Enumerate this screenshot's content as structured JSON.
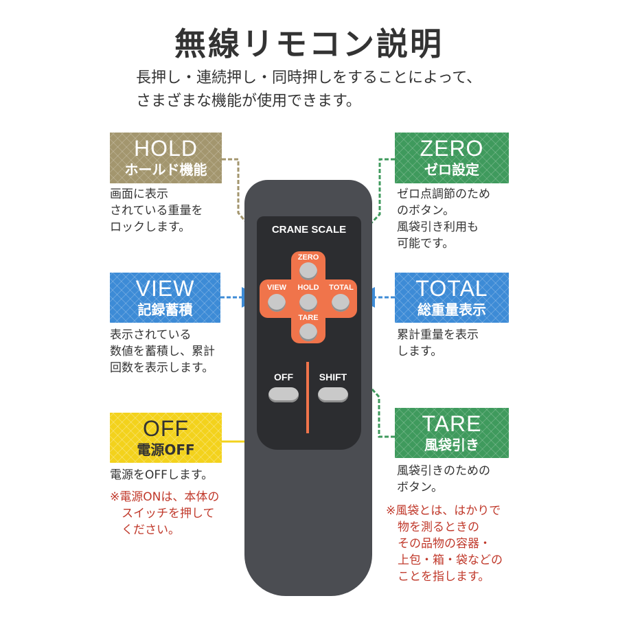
{
  "title": "無線リモコン説明",
  "subtitle": [
    "長押し・連続押し・同時押しをすることによって、",
    "さまざまな機能が使用できます。"
  ],
  "colors": {
    "hold": "#a3966e",
    "zero": "#3f9a5d",
    "tare": "#3f9a5d",
    "view": "#3d8bd6",
    "total": "#3d8bd6",
    "off": "#f3d21c",
    "remote": "#4b4d52",
    "accent": "#f0744b",
    "note": "#c0392b"
  },
  "hold": {
    "en": "HOLD",
    "jp": "ホールド機能",
    "desc": [
      "画面に表示",
      "されている重量を",
      "ロックします。"
    ]
  },
  "zero": {
    "en": "ZERO",
    "jp": "ゼロ設定",
    "desc": [
      "ゼロ点調節のため",
      "のボタン。",
      "風袋引き利用も",
      "可能です。"
    ]
  },
  "view": {
    "en": "VIEW",
    "jp": "記録蓄積",
    "desc": [
      "表示されている",
      "数値を蓄積し、累計",
      "回数を表示します。"
    ]
  },
  "total": {
    "en": "TOTAL",
    "jp": "総重量表示",
    "desc": [
      "累計重量を表示",
      "します。"
    ]
  },
  "off": {
    "en": "OFF",
    "jp": "電源OFF",
    "desc": [
      "電源をOFFします。"
    ],
    "note": [
      "※電源ONは、本体の",
      "スイッチを押して",
      "ください。"
    ]
  },
  "tare": {
    "en": "TARE",
    "jp": "風袋引き",
    "desc": [
      "風袋引きのための",
      "ボタン。"
    ],
    "note": [
      "※風袋とは、はかりで",
      "物を測るときの",
      "その品物の容器・",
      "上包・箱・袋などの",
      "ことを指します。"
    ]
  },
  "remote": {
    "brand": "CRANE SCALE",
    "buttons": {
      "zero": "ZERO",
      "view": "VIEW",
      "hold": "HOLD",
      "total": "TOTAL",
      "tare": "TARE",
      "off": "OFF",
      "shift": "SHIFT"
    }
  }
}
